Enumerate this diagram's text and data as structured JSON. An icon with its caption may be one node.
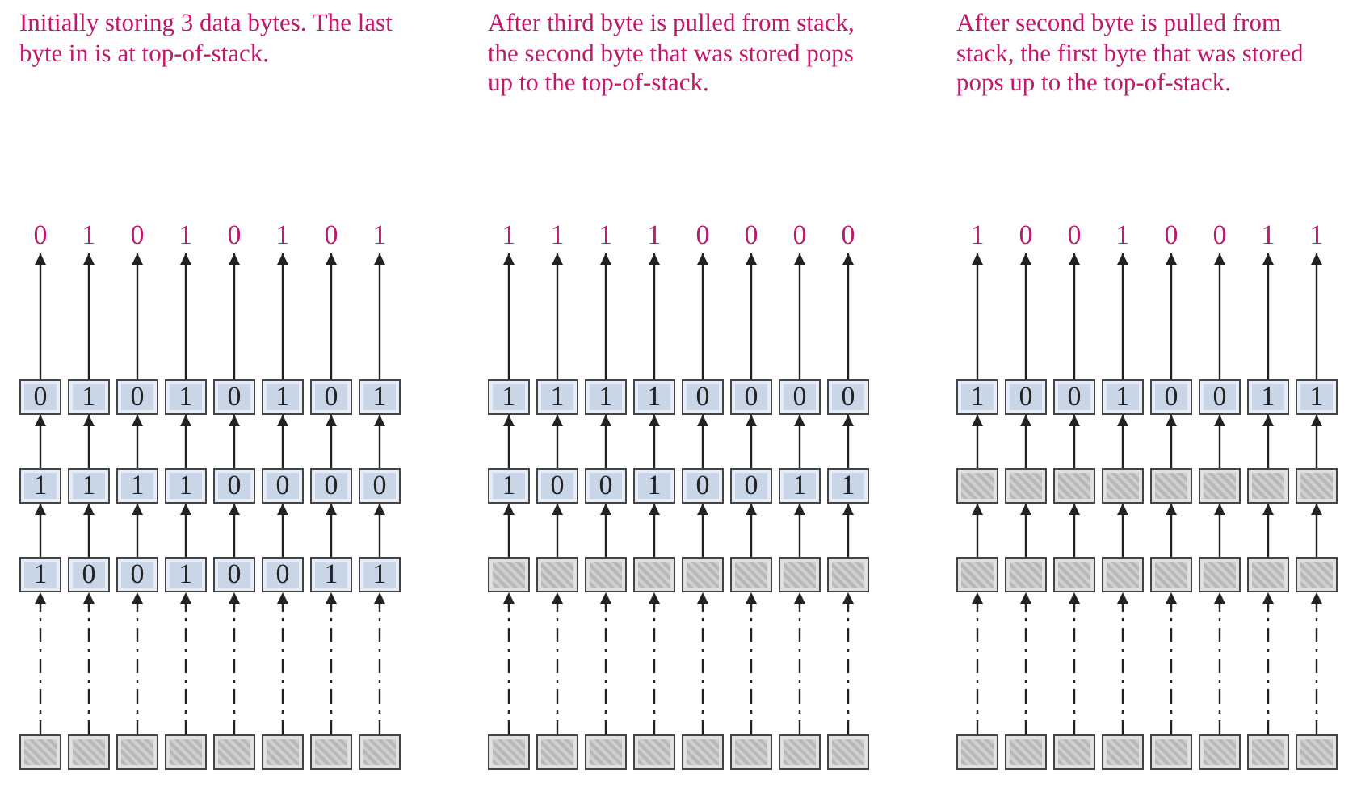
{
  "diagram": {
    "nodes": [
      {
        "text": [
          "0"
        ]
      },
      {
        "text": [
          "1"
        ]
      },
      {
        "text": [
          "0"
        ]
      },
      {
        "text": [
          "1"
        ]
      },
      {
        "text": [
          "0"
        ]
      },
      {
        "text": [
          "1"
        ]
      },
      {
        "text": [
          "0"
        ]
      },
      {
        "text": [
          "1"
        ]
      },
      {
        "text": [
          "0"
        ]
      },
      {
        "text": [
          "1"
        ]
      },
      {
        "text": [
          "0"
        ]
      },
      {
        "text": [
          "1"
        ]
      },
      {
        "text": [
          "0"
        ]
      },
      {
        "text": [
          "1"
        ]
      },
      {
        "text": [
          "0"
        ]
      },
      {
        "text": [
          "1"
        ]
      },
      {
        "text": [
          "1"
        ]
      },
      {
        "text": [
          "1"
        ]
      },
      {
        "text": [
          "1"
        ]
      },
      {
        "text": [
          "1"
        ]
      },
      {
        "text": [
          "0"
        ]
      },
      {
        "text": [
          "0"
        ]
      },
      {
        "text": [
          "0"
        ]
      },
      {
        "text": [
          "0"
        ]
      },
      {
        "text": [
          "1"
        ]
      },
      {
        "text": [
          "0"
        ]
      },
      {
        "text": [
          "0"
        ]
      },
      {
        "text": [
          "1"
        ]
      },
      {
        "text": [
          "0"
        ]
      },
      {
        "text": [
          "0"
        ]
      },
      {
        "text": [
          "1"
        ]
      },
      {
        "text": [
          "1"
        ]
      },
      {
        "text": [],
        "shape": "box"
      },
      {
        "text": [],
        "shape": "box"
      },
      {
        "text": [],
        "shape": "box"
      },
      {
        "text": [],
        "shape": "box"
      },
      {
        "text": [],
        "shape": "box"
      },
      {
        "text": [],
        "shape": "box"
      },
      {
        "text": [],
        "shape": "box"
      },
      {
        "text": [],
        "shape": "box"
      },
      {
        "text": [
          "1"
        ]
      },
      {
        "text": [
          "1"
        ]
      },
      {
        "text": [
          "1"
        ]
      },
      {
        "text": [
          "1"
        ]
      },
      {
        "text": [
          "0"
        ]
      },
      {
        "text": [
          "0"
        ]
      },
      {
        "text": [
          "0"
        ]
      },
      {
        "text": [
          "0"
        ]
      },
      {
        "text": [
          "1"
        ]
      },
      {
        "text": [
          "1"
        ]
      },
      {
        "text": [
          "1"
        ]
      },
      {
        "text": [
          "1"
        ]
      },
      {
        "text": [
          "0"
        ]
      },
      {
        "text": [
          "0"
        ]
      },
      {
        "text": [
          "0"
        ]
      },
      {
        "text": [
          "0"
        ]
      },
      {
        "text": [
          "1"
        ]
      },
      {
        "text": [
          "0"
        ]
      },
      {
        "text": [
          "0"
        ]
      },
      {
        "text": [
          "1"
        ]
      },
      {
        "text": [
          "0"
        ]
      },
      {
        "text": [
          "0"
        ]
      },
      {
        "text": [
          "1"
        ]
      },
      {
        "text": [
          "1"
        ]
      },
      {
        "text": [],
        "shape": "box"
      },
      {
        "text": [],
        "shape": "box"
      },
      {
        "text": [],
        "shape": "box"
      },
      {
        "text": [],
        "shape": "box"
      },
      {
        "text": [],
        "shape": "box"
      },
      {
        "text": [],
        "shape": "box"
      },
      {
        "text": [],
        "shape": "box"
      },
      {
        "text": [],
        "shape": "box"
      },
      {
        "text": [],
        "shape": "box"
      },
      {
        "text": [],
        "shape": "box"
      },
      {
        "text": [],
        "shape": "box"
      },
      {
        "text": [],
        "shape": "box"
      },
      {
        "text": [],
        "shape": "box"
      },
      {
        "text": [],
        "shape": "box"
      },
      {
        "text": [],
        "shape": "box"
      },
      {
        "text": [],
        "shape": "box"
      },
      {
        "text": [
          "1"
        ]
      },
      {
        "text": [
          "0"
        ]
      },
      {
        "text": [
          "0"
        ]
      },
      {
        "text": [
          "1"
        ]
      },
      {
        "text": [
          "0"
        ]
      },
      {
        "text": [
          "0"
        ]
      },
      {
        "text": [
          "1"
        ]
      },
      {
        "text": [
          "1"
        ]
      },
      {
        "text": [
          "1"
        ]
      },
      {
        "text": [
          "0"
        ]
      },
      {
        "text": [
          "0"
        ]
      },
      {
        "text": [
          "1"
        ]
      },
      {
        "text": [
          "0"
        ]
      },
      {
        "text": [
          "0"
        ]
      },
      {
        "text": [
          "1"
        ]
      },
      {
        "text": [
          "1"
        ]
      },
      {
        "text": [],
        "shape": "box"
      },
      {
        "text": [],
        "shape": "box"
      },
      {
        "text": [],
        "shape": "box"
      },
      {
        "text": [],
        "shape": "box"
      },
      {
        "text": [],
        "shape": "box"
      },
      {
        "text": [],
        "shape": "box"
      },
      {
        "text": [],
        "shape": "box"
      },
      {
        "text": [],
        "shape": "box"
      },
      {
        "text": [],
        "shape": "box"
      },
      {
        "text": [],
        "shape": "box"
      },
      {
        "text": [],
        "shape": "box"
      },
      {
        "text": [],
        "shape": "box"
      },
      {
        "text": [],
        "shape": "box"
      },
      {
        "text": [],
        "shape": "box"
      },
      {
        "text": [],
        "shape": "box"
      },
      {
        "text": [],
        "shape": "box"
      },
      {
        "text": [],
        "shape": "box"
      },
      {
        "text": [],
        "shape": "box"
      },
      {
        "text": [],
        "shape": "box"
      },
      {
        "text": [],
        "shape": "box"
      },
      {
        "text": [],
        "shape": "box"
      },
      {
        "text": [],
        "shape": "box"
      },
      {
        "text": [],
        "shape": "box"
      },
      {
        "text": [],
        "shape": "box"
      }
    ],
    "edges": [
      {
        "from": 32,
        "to": 24,
        "arrow": "to",
        "style": "dashed"
      },
      {
        "from": 24,
        "to": 16,
        "arrow": "to"
      },
      {
        "from": 16,
        "to": 8,
        "arrow": "to"
      },
      {
        "from": 8,
        "to": 0,
        "arrow": "to"
      },
      {
        "from": 33,
        "to": 25,
        "arrow": "to",
        "style": "dashed"
      },
      {
        "from": 25,
        "to": 17,
        "arrow": "to"
      },
      {
        "from": 17,
        "to": 9,
        "arrow": "to"
      },
      {
        "from": 9,
        "to": 1,
        "arrow": "to"
      },
      {
        "from": 34,
        "to": 26,
        "arrow": "to",
        "style": "dashed"
      },
      {
        "from": 26,
        "to": 18,
        "arrow": "to"
      },
      {
        "from": 18,
        "to": 10,
        "arrow": "to"
      },
      {
        "from": 10,
        "to": 2,
        "arrow": "to"
      },
      {
        "from": 35,
        "to": 27,
        "arrow": "to",
        "style": "dashed"
      },
      {
        "from": 27,
        "to": 19,
        "arrow": "to"
      },
      {
        "from": 19,
        "to": 11,
        "arrow": "to"
      },
      {
        "from": 11,
        "to": 3,
        "arrow": "to"
      },
      {
        "from": 36,
        "to": 28,
        "arrow": "to",
        "style": "dashed"
      },
      {
        "from": 28,
        "to": 20,
        "arrow": "to"
      },
      {
        "from": 20,
        "to": 12,
        "arrow": "to"
      },
      {
        "from": 12,
        "to": 4,
        "arrow": "to"
      },
      {
        "from": 37,
        "to": 29,
        "arrow": "to",
        "style": "dashed"
      },
      {
        "from": 29,
        "to": 21,
        "arrow": "to"
      },
      {
        "from": 21,
        "to": 13,
        "arrow": "to"
      },
      {
        "from": 13,
        "to": 5,
        "arrow": "to"
      },
      {
        "from": 38,
        "to": 30,
        "arrow": "to",
        "style": "dashed"
      },
      {
        "from": 30,
        "to": 22,
        "arrow": "to"
      },
      {
        "from": 22,
        "to": 14,
        "arrow": "to"
      },
      {
        "from": 14,
        "to": 6,
        "arrow": "to"
      },
      {
        "from": 39,
        "to": 31,
        "arrow": "to",
        "style": "dashed"
      },
      {
        "from": 31,
        "to": 23,
        "arrow": "to"
      },
      {
        "from": 23,
        "to": 15,
        "arrow": "to"
      },
      {
        "from": 15,
        "to": 7,
        "arrow": "to"
      },
      {
        "from": 72,
        "to": 64,
        "arrow": "to",
        "style": "dashed"
      },
      {
        "from": 64,
        "to": 56,
        "arrow": "to"
      },
      {
        "from": 56,
        "to": 48,
        "arrow": "to"
      },
      {
        "from": 48,
        "to": 40,
        "arrow": "to"
      },
      {
        "from": 73,
        "to": 65,
        "arrow": "to",
        "style": "dashed"
      },
      {
        "from": 65,
        "to": 57,
        "arrow": "to"
      },
      {
        "from": 57,
        "to": 49,
        "arrow": "to"
      },
      {
        "from": 49,
        "to": 41,
        "arrow": "to"
      },
      {
        "from": 74,
        "to": 66,
        "arrow": "to",
        "style": "dashed"
      },
      {
        "from": 66,
        "to": 58,
        "arrow": "to"
      },
      {
        "from": 58,
        "to": 50,
        "arrow": "to"
      },
      {
        "from": 50,
        "to": 42,
        "arrow": "to"
      },
      {
        "from": 75,
        "to": 67,
        "arrow": "to",
        "style": "dashed"
      },
      {
        "from": 67,
        "to": 59,
        "arrow": "to"
      },
      {
        "from": 59,
        "to": 51,
        "arrow": "to"
      },
      {
        "from": 51,
        "to": 43,
        "arrow": "to"
      },
      {
        "from": 76,
        "to": 68,
        "arrow": "to",
        "style": "dashed"
      },
      {
        "from": 68,
        "to": 60,
        "arrow": "to"
      },
      {
        "from": 60,
        "to": 52,
        "arrow": "to"
      },
      {
        "from": 52,
        "to": 44,
        "arrow": "to"
      },
      {
        "from": 77,
        "to": 69,
        "arrow": "to",
        "style": "dashed"
      },
      {
        "from": 69,
        "to": 61,
        "arrow": "to"
      },
      {
        "from": 61,
        "to": 53,
        "arrow": "to"
      },
      {
        "from": 53,
        "to": 45,
        "arrow": "to"
      },
      {
        "from": 78,
        "to": 70,
        "arrow": "to",
        "style": "dashed"
      },
      {
        "from": 70,
        "to": 62,
        "arrow": "to"
      },
      {
        "from": 62,
        "to": 54,
        "arrow": "to"
      },
      {
        "from": 54,
        "to": 46,
        "arrow": "to"
      },
      {
        "from": 79,
        "to": 71,
        "arrow": "to",
        "style": "dashed"
      },
      {
        "from": 71,
        "to": 63,
        "arrow": "to"
      },
      {
        "from": 63,
        "to": 55,
        "arrow": "to"
      },
      {
        "from": 55,
        "to": 47,
        "arrow": "to"
      },
      {
        "from": 112,
        "to": 104,
        "arrow": "to",
        "style": "dashed"
      },
      {
        "from": 104,
        "to": 96,
        "arrow": "to"
      },
      {
        "from": 96,
        "to": 88,
        "arrow": "to"
      },
      {
        "from": 88,
        "to": 80,
        "arrow": "to"
      },
      {
        "from": 113,
        "to": 105,
        "arrow": "to",
        "style": "dashed"
      },
      {
        "from": 105,
        "to": 97,
        "arrow": "to"
      },
      {
        "from": 97,
        "to": 89,
        "arrow": "to"
      },
      {
        "from": 89,
        "to": 81,
        "arrow": "to"
      },
      {
        "from": 114,
        "to": 106,
        "arrow": "to",
        "style": "dashed"
      },
      {
        "from": 106,
        "to": 98,
        "arrow": "to"
      },
      {
        "from": 98,
        "to": 90,
        "arrow": "to"
      },
      {
        "from": 90,
        "to": 82,
        "arrow": "to"
      },
      {
        "from": 115,
        "to": 107,
        "arrow": "to",
        "style": "dashed"
      },
      {
        "from": 107,
        "to": 99,
        "arrow": "to"
      },
      {
        "from": 99,
        "to": 91,
        "arrow": "to"
      },
      {
        "from": 91,
        "to": 83,
        "arrow": "to"
      },
      {
        "from": 116,
        "to": 108,
        "arrow": "to",
        "style": "dashed"
      },
      {
        "from": 108,
        "to": 100,
        "arrow": "to"
      },
      {
        "from": 100,
        "to": 92,
        "arrow": "to"
      },
      {
        "from": 92,
        "to": 84,
        "arrow": "to"
      },
      {
        "from": 117,
        "to": 109,
        "arrow": "to",
        "style": "dashed"
      },
      {
        "from": 109,
        "to": 101,
        "arrow": "to"
      },
      {
        "from": 101,
        "to": 93,
        "arrow": "to"
      },
      {
        "from": 93,
        "to": 85,
        "arrow": "to"
      },
      {
        "from": 118,
        "to": 110,
        "arrow": "to",
        "style": "dashed"
      },
      {
        "from": 110,
        "to": 102,
        "arrow": "to"
      },
      {
        "from": 102,
        "to": 94,
        "arrow": "to"
      },
      {
        "from": 94,
        "to": 86,
        "arrow": "to"
      },
      {
        "from": 119,
        "to": 111,
        "arrow": "to",
        "style": "dashed"
      },
      {
        "from": 111,
        "to": 103,
        "arrow": "to"
      },
      {
        "from": 103,
        "to": 95,
        "arrow": "to"
      },
      {
        "from": 95,
        "to": 87,
        "arrow": "to"
      }
    ],
    "labels": [
      "Initially storing 3 data bytes. The last byte in is at top-of-stack.",
      "After third byte is pulled from stack, the second byte that was stored pops up to the top-of-stack.",
      "After second byte is pulled from stack, the first byte that was stored pops up to the top-of-stack."
    ]
  }
}
